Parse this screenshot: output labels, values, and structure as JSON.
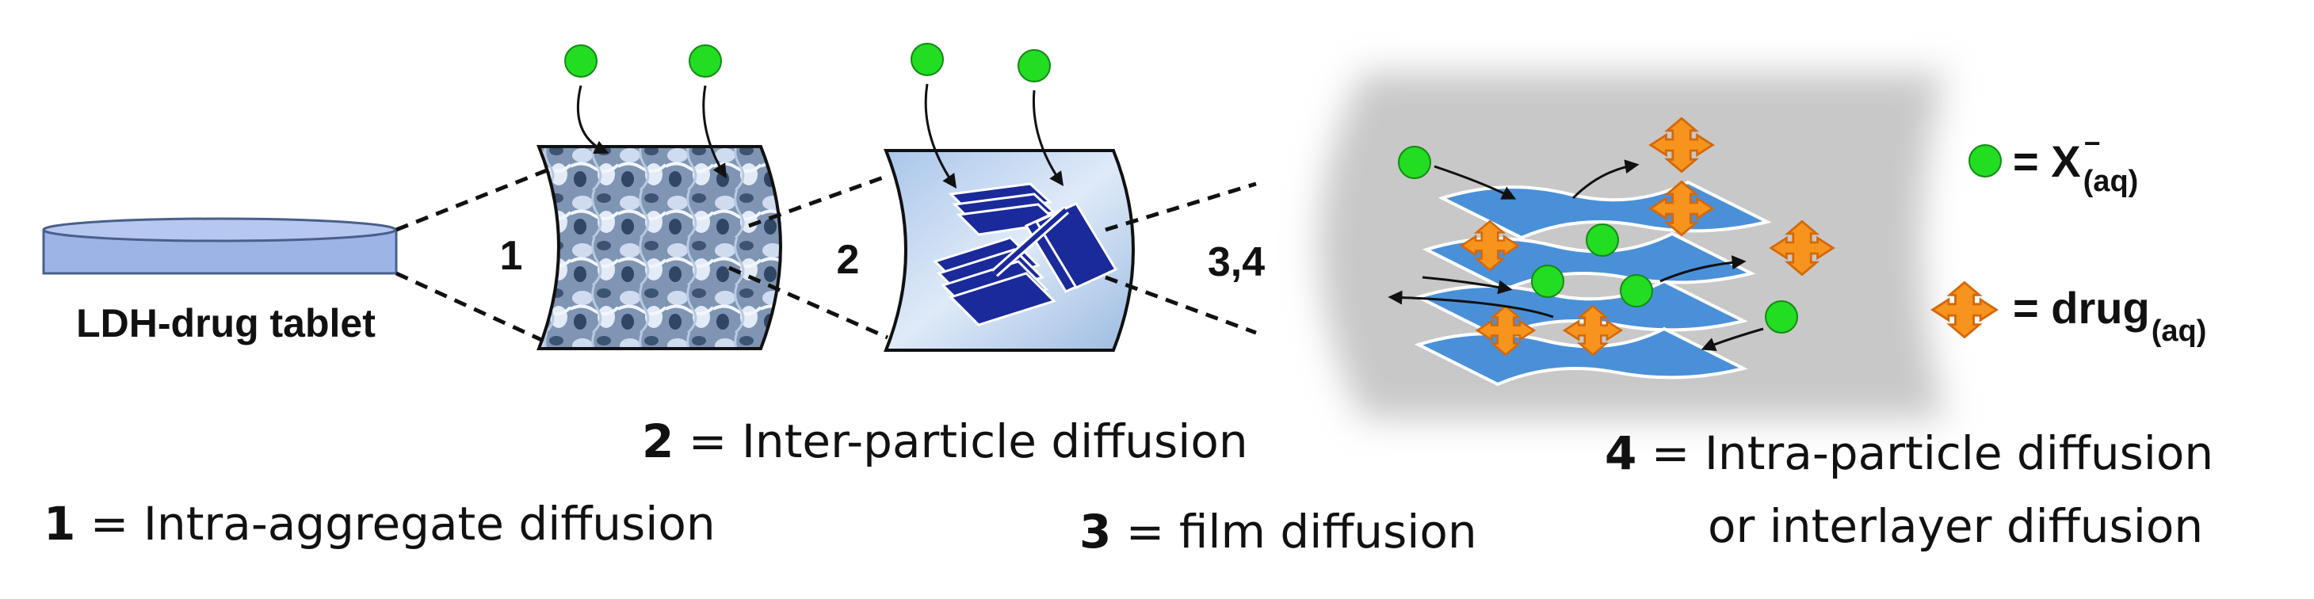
{
  "tablet": {
    "label": "LDH-drug tablet"
  },
  "stage_labels": {
    "s1": "1",
    "s2": "2",
    "s34": "3,4"
  },
  "legend": {
    "ion_prefix": "= X",
    "ion_superscript": "−",
    "ion_subscript": "(aq)",
    "drug_prefix": "= drug",
    "drug_subscript": "(aq)"
  },
  "captions": {
    "c1": {
      "num": "1",
      "text": " = Intra-aggregate diffusion"
    },
    "c2": {
      "num": "2",
      "text": " = Inter-particle diffusion"
    },
    "c3": {
      "num": "3",
      "text": " = film diffusion"
    },
    "c4": {
      "num": "4",
      "text": " = Intra-particle diffusion",
      "line2": "or interlayer diffusion"
    }
  },
  "colors": {
    "ion_green": "#22dd22",
    "drug_orange": "#f7941d",
    "layer_blue": "#4a90d9",
    "tablet_blue": "#9db4e6",
    "halo_gray": "#c8c8c8",
    "stack_navy": "#1a2a9a"
  }
}
